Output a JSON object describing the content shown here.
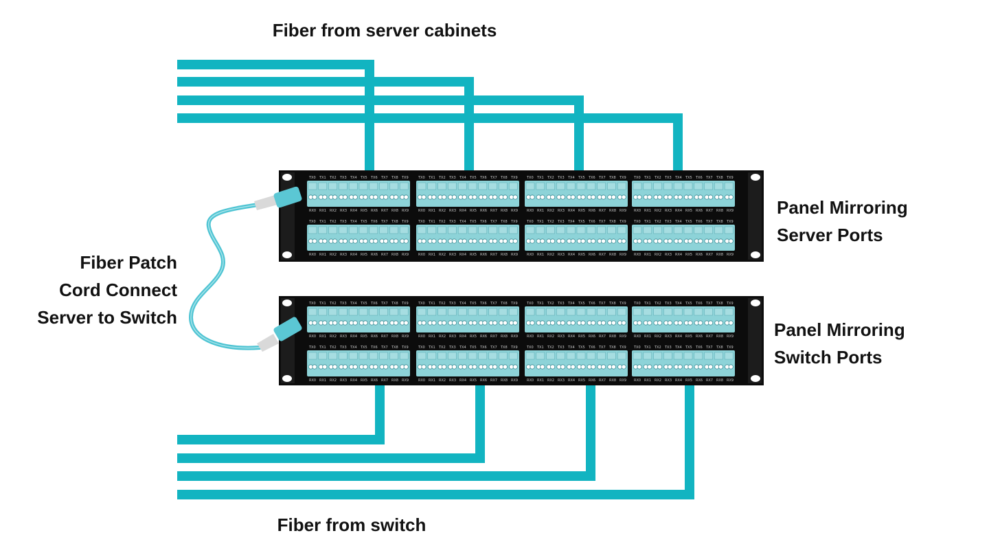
{
  "labels": {
    "top": "Fiber from server cabinets",
    "bottom": "Fiber from switch",
    "patch_cord": [
      "Fiber Patch",
      "Cord Connect",
      "Server to Switch"
    ],
    "server_panel": [
      "Panel Mirroring",
      "Server Ports"
    ],
    "switch_panel": [
      "Panel Mirroring",
      "Switch Ports"
    ]
  },
  "port_labels": {
    "tx": [
      "TX0",
      "TX1",
      "TX2",
      "TX3",
      "TX4",
      "TX5",
      "TX6",
      "TX7",
      "TX8",
      "TX9"
    ],
    "rx": [
      "RX0",
      "RX1",
      "RX2",
      "RX3",
      "RX4",
      "RX5",
      "RX6",
      "RX7",
      "RX8",
      "RX9"
    ]
  },
  "colors": {
    "fiber": "#12b4c1",
    "panel": "#0c0c0c",
    "port": "#8dd3d8",
    "patch_cord": "#4fc4d3",
    "text": "#111111"
  }
}
